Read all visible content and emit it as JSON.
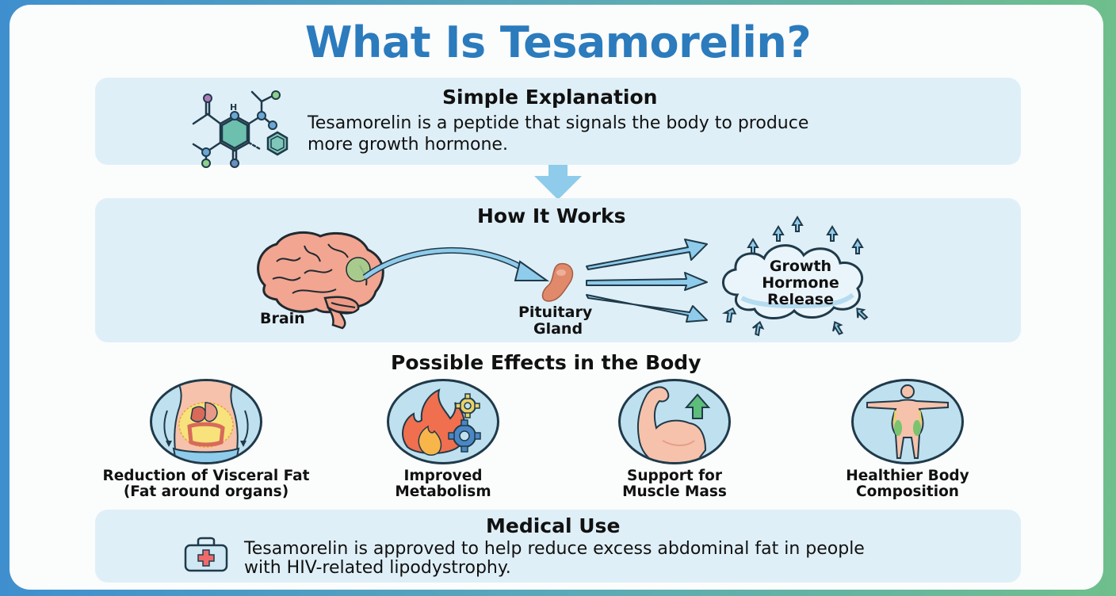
{
  "title": "What Is Tesamorelin?",
  "simple_explanation": {
    "heading": "Simple Explanation",
    "text_line1": "Tesamorelin is a peptide that signals the body to produce",
    "text_line2": "more growth hormone.",
    "icon": "molecule-icon"
  },
  "how_it_works": {
    "heading": "How It Works",
    "brain_label": "Brain",
    "pituitary_label_line1": "Pituitary",
    "pituitary_label_line2": "Gland",
    "cloud_line1": "Growth",
    "cloud_line2": "Hormone",
    "cloud_line3": "Release"
  },
  "effects": {
    "heading": "Possible Effects in the Body",
    "items": [
      {
        "line1": "Reduction of Visceral Fat",
        "line2": "(Fat around organs)",
        "icon": "abdomen-icon"
      },
      {
        "line1": "Improved",
        "line2": "Metabolism",
        "icon": "flame-gears-icon"
      },
      {
        "line1": "Support for",
        "line2": "Muscle Mass",
        "icon": "flexed-arm-icon"
      },
      {
        "line1": "Healthier Body",
        "line2": "Composition",
        "icon": "body-figure-icon"
      }
    ]
  },
  "medical_use": {
    "heading": "Medical Use",
    "text_line1": "Tesamorelin is approved to help reduce excess abdominal fat in people",
    "text_line2": "with HIV-related lipodystrophy.",
    "icon": "first-aid-kit-icon"
  },
  "colors": {
    "title": "#2b7bbd",
    "panel": "#dfeff7",
    "border_left": "#3f8fcf",
    "border_right": "#6fbf8c",
    "arrow": "#8fcbea"
  }
}
